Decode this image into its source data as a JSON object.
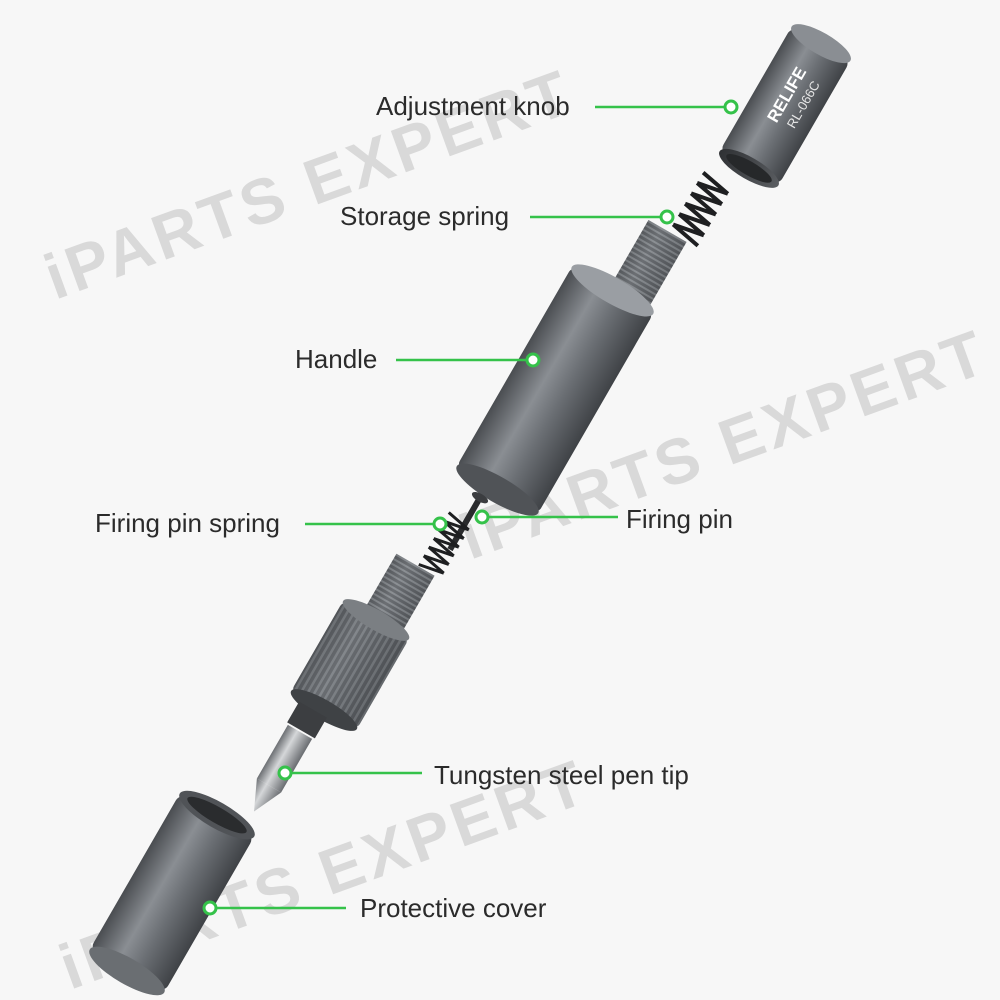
{
  "watermark": "iPARTS EXPERT",
  "brand": {
    "name": "RELIFE",
    "model": "RL-066C"
  },
  "callouts": [
    {
      "id": "adjustment-knob",
      "text": "Adjustment knob"
    },
    {
      "id": "storage-spring",
      "text": "Storage spring"
    },
    {
      "id": "handle",
      "text": "Handle"
    },
    {
      "id": "firing-pin-spring",
      "text": "Firing pin spring"
    },
    {
      "id": "firing-pin",
      "text": "Firing pin"
    },
    {
      "id": "tungsten-steel-pen-tip",
      "text": "Tungsten steel pen tip"
    },
    {
      "id": "protective-cover",
      "text": "Protective cover"
    }
  ],
  "colors": {
    "leader": "#35c24a",
    "metal": "#6e7277",
    "background": "#f7f7f7"
  }
}
